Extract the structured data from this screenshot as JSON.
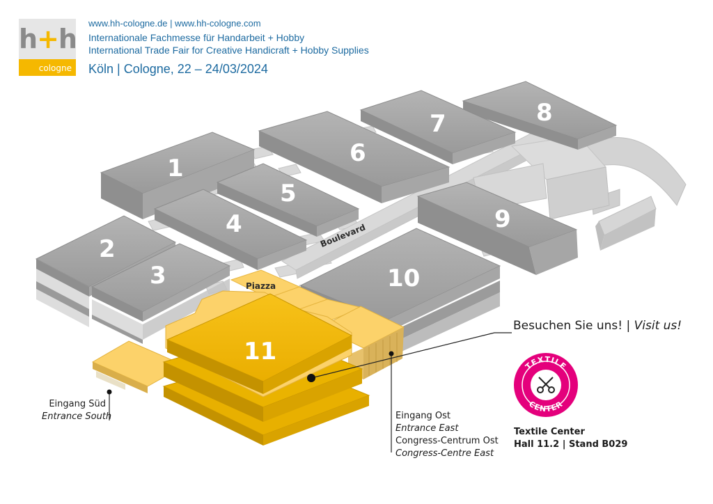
{
  "header": {
    "logo_text": "h+h",
    "logo_sub": "cologne",
    "urls": "www.hh-cologne.de | www.hh-cologne.com",
    "title_de": "Internationale Fachmesse für Handarbeit + Hobby",
    "title_en": "International Trade Fair for Creative Handicraft + Hobby Supplies",
    "date": "Köln | Cologne, 22 – 24/03/2024"
  },
  "halls": [
    {
      "id": "1",
      "label": "1"
    },
    {
      "id": "2",
      "label": "2"
    },
    {
      "id": "3",
      "label": "3"
    },
    {
      "id": "4",
      "label": "4"
    },
    {
      "id": "5",
      "label": "5"
    },
    {
      "id": "6",
      "label": "6"
    },
    {
      "id": "7",
      "label": "7"
    },
    {
      "id": "8",
      "label": "8"
    },
    {
      "id": "9",
      "label": "9"
    },
    {
      "id": "10",
      "label": "10"
    },
    {
      "id": "11",
      "label": "11",
      "highlighted": true
    }
  ],
  "areas": {
    "piazza": "Piazza",
    "boulevard": "Boulevard"
  },
  "entrances": {
    "south_de": "Eingang Süd",
    "south_en": "Entrance South",
    "east_de": "Eingang Ost",
    "east_en": "Entrance East",
    "congress_de": "Congress-Centrum Ost",
    "congress_en": "Congress-Centre East"
  },
  "callout": {
    "visit_de": "Besuchen Sie uns! |",
    "visit_en": "Visit us!"
  },
  "badge": {
    "top_text": "TEXTILE",
    "bottom_text": "CENTER",
    "icon": "scissors-icon"
  },
  "stand": {
    "name": "Textile Center",
    "location": "Hall 11.2 | Stand B029"
  },
  "colors": {
    "brand_blue": "#1c6aa0",
    "highlight_gold": "#f5b800",
    "light_gold": "#fcd26a",
    "hall_gray": "#9e9e9e",
    "badge_pink": "#e4007c"
  }
}
